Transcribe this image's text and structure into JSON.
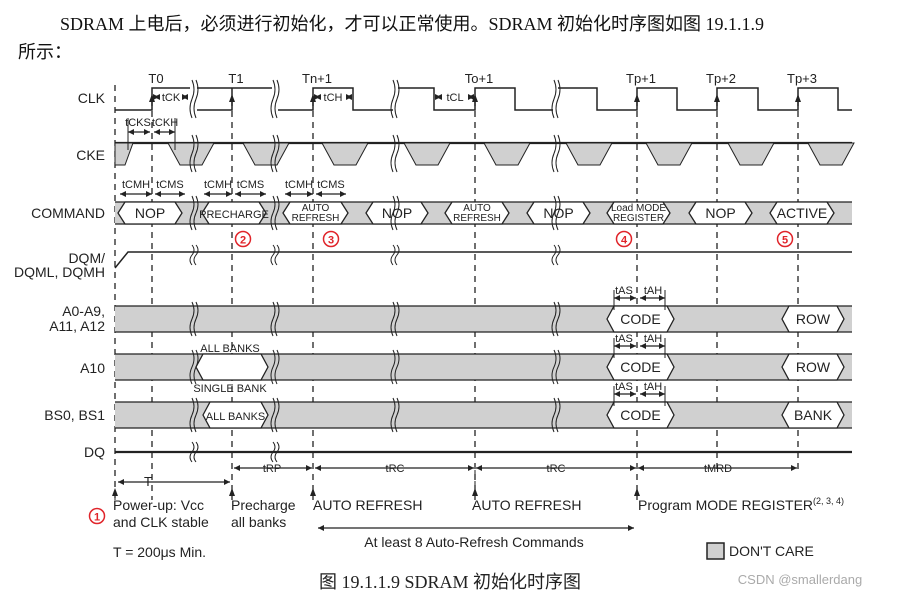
{
  "intro": {
    "line1": "SDRAM 上电后，必须进行初始化，才可以正常使用。SDRAM 初始化时序图如图 19.1.1.9",
    "line2": "所示："
  },
  "signals": {
    "clk": "CLK",
    "cke": "CKE",
    "command": "COMMAND",
    "dqm1": "DQM/",
    "dqm2": "DQML, DQMH",
    "addr1": "A0-A9,",
    "addr2": "A11, A12",
    "a10": "A10",
    "bs": "BS0, BS1",
    "dq": "DQ"
  },
  "clock_labels": [
    "T0",
    "T1",
    "Tn+1",
    "To+1",
    "Tp+1",
    "Tp+2",
    "Tp+3"
  ],
  "clock_timings": [
    "tCK",
    "tCH",
    "tCL"
  ],
  "cke_timings": [
    "tCKS",
    "tCKH"
  ],
  "command_timings": [
    "tCMH",
    "tCMS",
    "tCMH",
    "tCMS",
    "tCMH",
    "tCMS"
  ],
  "commands": [
    [
      "NOP"
    ],
    [
      "PRECHARGE"
    ],
    [
      "AUTO",
      "REFRESH"
    ],
    [
      "NOP"
    ],
    [
      "AUTO",
      "REFRESH"
    ],
    [
      "NOP"
    ],
    [
      "Load MODE",
      "REGISTER"
    ],
    [
      "NOP"
    ],
    [
      "ACTIVE"
    ]
  ],
  "step_markers": [
    "①",
    "②",
    "③",
    "④",
    "⑤"
  ],
  "address_bus": {
    "values": [
      "CODE",
      "ROW"
    ],
    "timings": [
      "tAS",
      "tAH"
    ]
  },
  "a10_bus": {
    "values": [
      "CODE",
      "ROW"
    ],
    "above": "ALL BANKS",
    "below": "SINGLE BANK",
    "timings": [
      "tAS",
      "tAH"
    ]
  },
  "bs_bus": {
    "values": [
      "ALL BANKS",
      "CODE",
      "BANK"
    ],
    "timings": [
      "tAS",
      "tAH"
    ]
  },
  "intervals": [
    "T",
    "tRP",
    "tRC",
    "tRC",
    "tMRD"
  ],
  "events": {
    "powerup1": "Power-up: Vcc",
    "powerup2": "and CLK stable",
    "precharge1": "Precharge",
    "precharge2": "all banks",
    "refresh1": "AUTO REFRESH",
    "refresh2": "AUTO REFRESH",
    "program": "Program MODE REGISTER",
    "program_notes": "(2, 3, 4)",
    "min_time": "T = 200μs Min.",
    "refresh_count": "At least 8 Auto-Refresh Commands"
  },
  "legend": {
    "dont_care": "DON'T CARE",
    "dont_care_color": "#d0d0d0"
  },
  "caption": "图 19.1.1.9 SDRAM 初始化时序图",
  "watermark": "CSDN @smallerdang",
  "colors": {
    "marker_red": "#e0242a",
    "line": "#222222",
    "gray": "#d0d0d0"
  }
}
